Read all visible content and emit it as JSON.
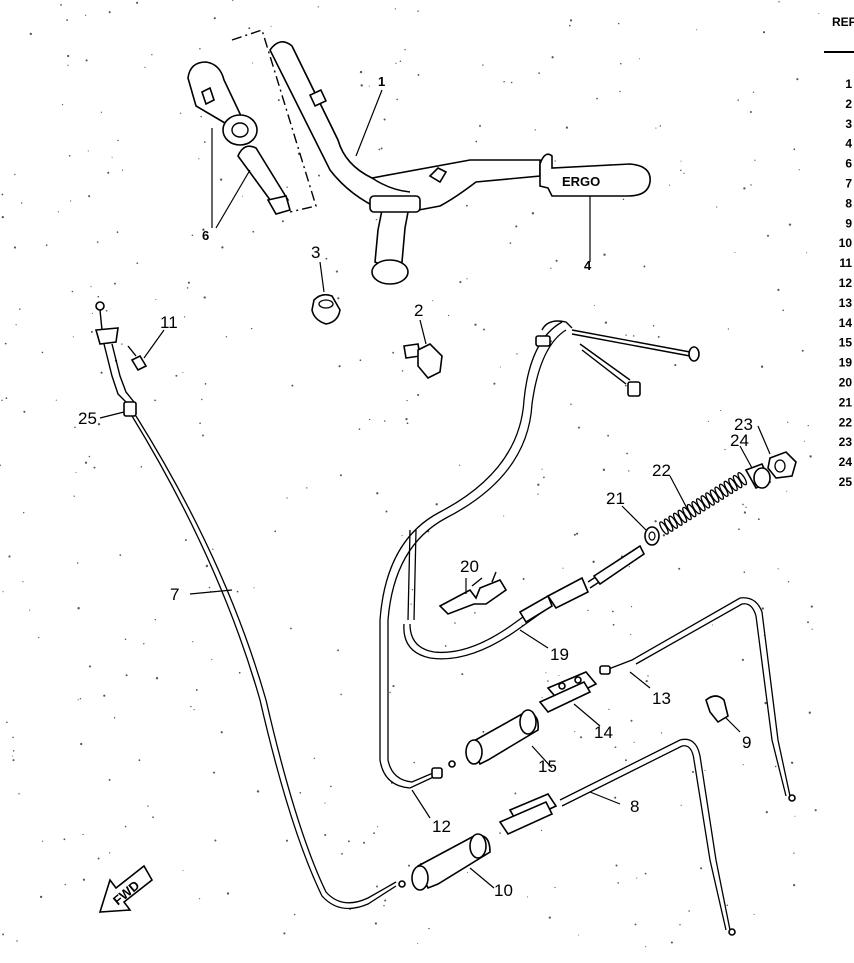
{
  "header": {
    "ref_label": "REF"
  },
  "ref_list": [
    "1",
    "2",
    "3",
    "4",
    "6",
    "7",
    "8",
    "9",
    "10",
    "11",
    "12",
    "13",
    "14",
    "15",
    "19",
    "20",
    "21",
    "22",
    "23",
    "24",
    "25"
  ],
  "callouts": {
    "p1": "1",
    "p2": "2",
    "p3": "3",
    "p4": "4",
    "p6": "6",
    "p7": "7",
    "p8": "8",
    "p9": "9",
    "p10": "10",
    "p11": "11",
    "p12": "12",
    "p13": "13",
    "p14": "14",
    "p15": "15",
    "p19": "19",
    "p20": "20",
    "p21": "21",
    "p22": "22",
    "p23": "23",
    "p24": "24",
    "p25": "25"
  },
  "grip_text": "ERGO",
  "fwd_label": "FWD"
}
